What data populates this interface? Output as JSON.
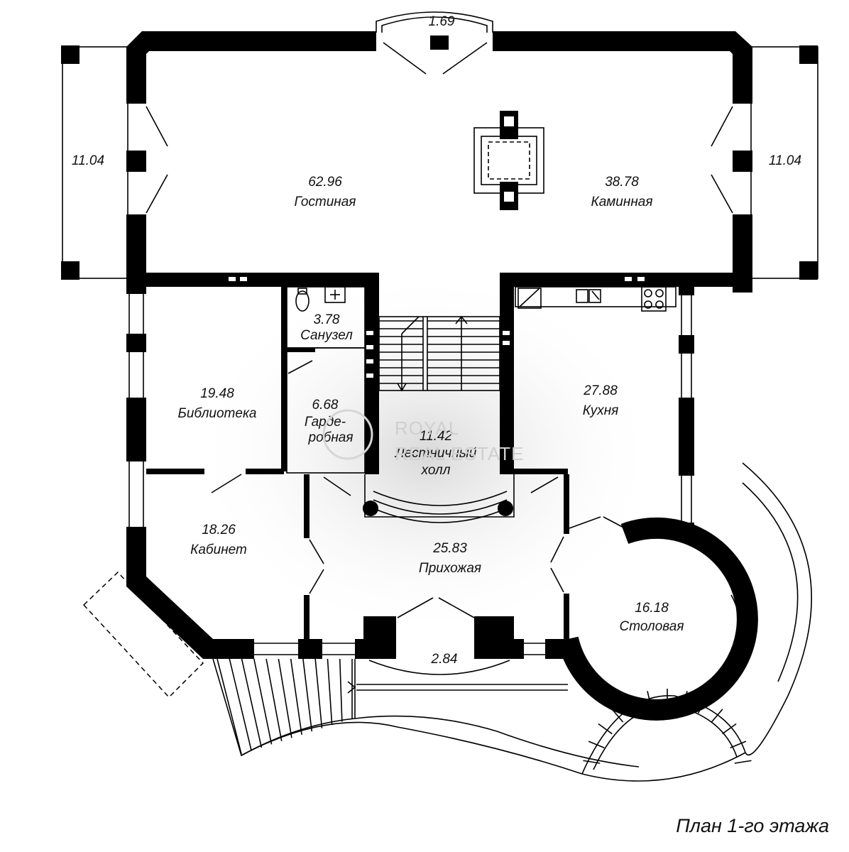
{
  "plan": {
    "title": "План 1-го этажа",
    "watermark": {
      "line1": "ROYAL",
      "line2": "REAL ESTATE"
    },
    "rooms": [
      {
        "id": "gostinaya",
        "area": "62.96",
        "name": "Гостиная"
      },
      {
        "id": "kaminnaya",
        "area": "38.78",
        "name": "Каминная"
      },
      {
        "id": "sanuzel",
        "area": "3.78",
        "name": "Санузел"
      },
      {
        "id": "biblioteka",
        "area": "19.48",
        "name": "Библиотека"
      },
      {
        "id": "garderobnaya",
        "area": "6.68",
        "name": "Гарде-",
        "name2": "робная"
      },
      {
        "id": "lestnichny-holl",
        "area": "11.42",
        "name": "Лестничный",
        "name2": "холл"
      },
      {
        "id": "kuhnya",
        "area": "27.88",
        "name": "Кухня"
      },
      {
        "id": "kabinet",
        "area": "18.26",
        "name": "Кабинет"
      },
      {
        "id": "prihozhaya",
        "area": "25.83",
        "name": "Прихожая"
      },
      {
        "id": "stolovaya",
        "area": "16.18",
        "name": "Столовая"
      }
    ],
    "terraces": [
      {
        "id": "terrace-left",
        "area": "11.04"
      },
      {
        "id": "terrace-right",
        "area": "11.04"
      },
      {
        "id": "bay-top",
        "area": "1.69"
      },
      {
        "id": "porch",
        "area": "2.84"
      }
    ]
  }
}
